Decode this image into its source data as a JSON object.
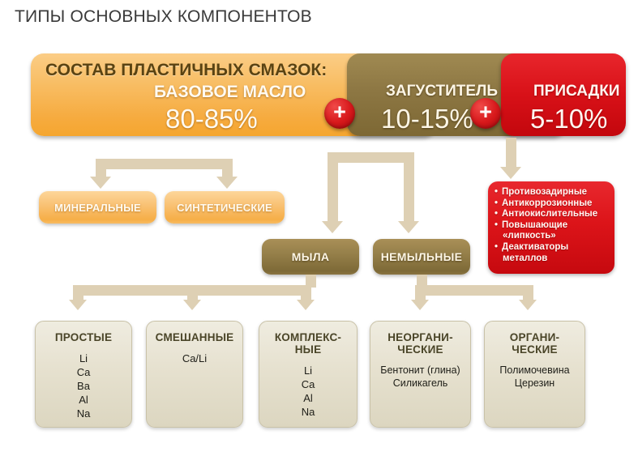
{
  "title": "ТИПЫ ОСНОВНЫХ КОМПОНЕНТОВ",
  "banner": {
    "oil": {
      "heading": "СОСТАВ ПЛАСТИЧНЫХ СМАЗОК:",
      "label": "БАЗОВОЕ МАСЛО",
      "percent": "80-85%",
      "color": "#F7B757"
    },
    "thickener": {
      "label": "ЗАГУСТИТЕЛЬ",
      "percent": "10-15%",
      "color": "#8A7341"
    },
    "additives": {
      "label": "ПРИСАДКИ",
      "percent": "5-10%",
      "color": "#D81118"
    },
    "plus_symbol": "+"
  },
  "oil_types": [
    {
      "label": "МИНЕРАЛЬНЫЕ"
    },
    {
      "label": "СИНТЕТИЧЕСКИЕ"
    }
  ],
  "thickener_types": [
    {
      "label": "МЫЛА"
    },
    {
      "label": "НЕМЫЛЬНЫЕ"
    }
  ],
  "additive_list": [
    {
      "bullet": "•",
      "text": "Противозадирные",
      "cont": ""
    },
    {
      "bullet": "•",
      "text": "Антикоррозионные",
      "cont": ""
    },
    {
      "bullet": "•",
      "text": "Антиокислительные",
      "cont": ""
    },
    {
      "bullet": "•",
      "text": "Повышающие",
      "cont": "«липкость»"
    },
    {
      "bullet": "•",
      "text": "Деактиваторы",
      "cont": "металлов"
    }
  ],
  "soap_categories": [
    {
      "head": "ПРОСТЫЕ",
      "body": "Li\nCa\nBa\nAl\nNa"
    },
    {
      "head": "СМЕШАННЫЕ",
      "body": "Ca/Li"
    },
    {
      "head": "КОМПЛЕКС-\nНЫЕ",
      "body": "Li\nCa\nAl\nNa"
    }
  ],
  "nonsoap_categories": [
    {
      "head": "НЕОРГАНИ-\nЧЕСКИЕ",
      "body": "Бентонит (глина)\nСиликагель"
    },
    {
      "head": "ОРГАНИ-\nЧЕСКИЕ",
      "body": "Полимочевина\nЦерезин"
    }
  ],
  "arrow_color": "#DED0B4"
}
